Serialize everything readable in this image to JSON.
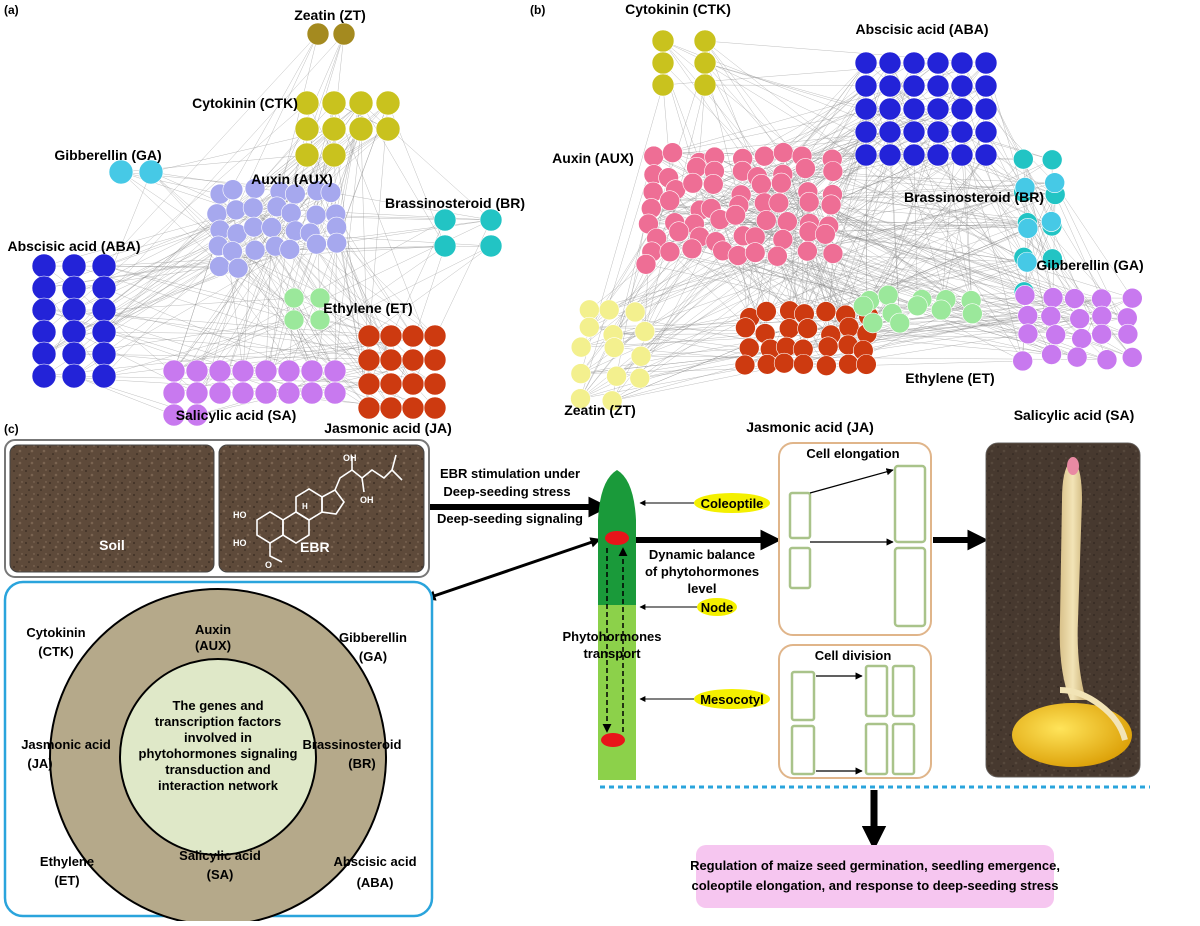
{
  "panel_a": {
    "label": "(a)",
    "groups": [
      {
        "name": "Zeatin (ZT)",
        "color": "#a48a1f",
        "count": 2
      },
      {
        "name": "Cytokinin (CTK)",
        "color": "#c9c21e",
        "count": 10
      },
      {
        "name": "Gibberellin (GA)",
        "color": "#46c9e6",
        "count": 2
      },
      {
        "name": "Auxin (AUX)",
        "color": "#a6a8ee",
        "count": 30
      },
      {
        "name": "Brassinosteroid (BR)",
        "color": "#22c4c4",
        "count": 4
      },
      {
        "name": "Abscisic acid (ABA)",
        "color": "#2323d8",
        "count": 18
      },
      {
        "name": "Ethylene (ET)",
        "color": "#9be89b",
        "count": 4
      },
      {
        "name": "Salicylic acid (SA)",
        "color": "#c879ef",
        "count": 18
      },
      {
        "name": "Jasmonic acid (JA)",
        "color": "#cd3a10",
        "count": 16
      }
    ]
  },
  "panel_b": {
    "label": "(b)",
    "groups": [
      {
        "name": "Cytokinin (CTK)",
        "color": "#c9c21e",
        "count": 6
      },
      {
        "name": "Abscisic acid (ABA)",
        "color": "#2323d8",
        "count": 30
      },
      {
        "name": "Auxin (AUX)",
        "color": "#ee6e95",
        "count": 64
      },
      {
        "name": "Brassinosteroid (BR)",
        "color": "#22c4c4",
        "count": 9
      },
      {
        "name": "Gibberellin (GA)",
        "color": "#46c9e6",
        "count": 5
      },
      {
        "name": "Zeatin (ZT)",
        "color": "#f3f08e",
        "count": 14
      },
      {
        "name": "Jasmonic acid (JA)",
        "color": "#cd3a10",
        "count": 28
      },
      {
        "name": "Ethylene (ET)",
        "color": "#9be89b",
        "count": 12
      },
      {
        "name": "Salicylic acid (SA)",
        "color": "#c879ef",
        "count": 20
      }
    ]
  },
  "panel_c": {
    "label": "(c)",
    "soil_label": "Soil",
    "ebr_label": "EBR",
    "ho1": "HO",
    "ho2": "HO",
    "oh1": "OH",
    "oh2": "OH",
    "h_label": "H",
    "o_label": "O",
    "stim_line1": "EBR stimulation under",
    "stim_line2": "Deep-seeding stress",
    "signaling": "Deep-seeding signaling",
    "dyn_line1": "Dynamic balance",
    "dyn_line2": "of phytohormones",
    "dyn_line3": "level",
    "transport_line1": "Phytohormones",
    "transport_line2": "transport",
    "coleoptile": "Coleoptile",
    "node": "Node",
    "mesocotyl": "Mesocotyl",
    "cell_elongation": "Cell elongation",
    "cell_division": "Cell division",
    "regulation_line1": "Regulation of maize seed germination, seedling emergence,",
    "regulation_line2": "coleoptile elongation, and response to deep-seeding stress",
    "center_lines": [
      "The genes and",
      "transcription factors",
      "involved in",
      "phytohormones signaling",
      "transduction and",
      "interaction network"
    ],
    "ring_labels": [
      {
        "l1": "Auxin",
        "l2": "(AUX)"
      },
      {
        "l1": "Gibberellin",
        "l2": "(GA)"
      },
      {
        "l1": "Brassinosteroid",
        "l2": "(BR)"
      },
      {
        "l1": "Abscisic acid",
        "l2": "(ABA)"
      },
      {
        "l1": "Salicylic acid",
        "l2": "(SA)"
      },
      {
        "l1": "Ethylene",
        "l2": "(ET)"
      },
      {
        "l1": "Jasmonic acid",
        "l2": "(JA)"
      },
      {
        "l1": "Cytokinin",
        "l2": "(CTK)"
      }
    ],
    "colors": {
      "ring": "#b5a98a",
      "center": "#dfe8c8",
      "highlight": "#f4f000",
      "regulation_box": "#f6c6f0",
      "stem_dark": "#1a9a3a",
      "stem_light": "#8cd14a",
      "dotted_line": "#2aa4dc",
      "cell_border": "#a9c38a",
      "soil": "#5e4a3a"
    }
  }
}
